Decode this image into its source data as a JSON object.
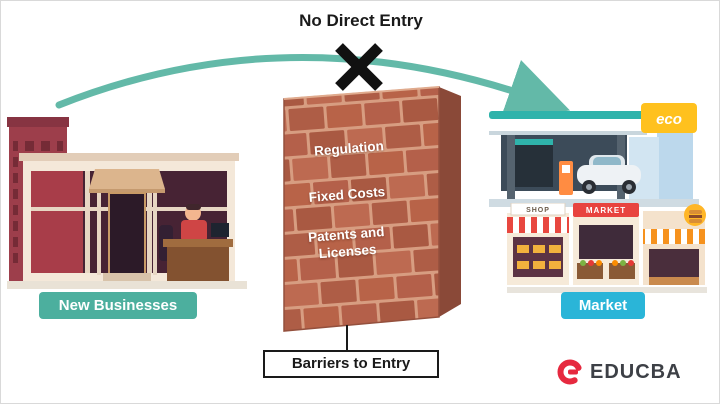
{
  "title": "No Direct Entry",
  "left_label": "New Businesses",
  "right_label": "Market",
  "barrier_label": "Barriers to Entry",
  "wall_items": {
    "item1": "Regulation",
    "item2": "Fixed Costs",
    "item3": "Patents and\nLicenses"
  },
  "signs": {
    "eco": "eco",
    "shop": "SHOP",
    "market": "MARKET"
  },
  "brand": {
    "name": "EDUCBA"
  },
  "colors": {
    "arrow": "#63b9a8",
    "label-green": "#4caf9e",
    "label-cyan": "#2ab5d8",
    "brick": "#b2604a",
    "brick-mortar": "#d79d81",
    "brick-side": "#8a4938",
    "ink": "#1a1a1a",
    "brand-red": "#e6293f",
    "brand-text": "#3d4046"
  }
}
